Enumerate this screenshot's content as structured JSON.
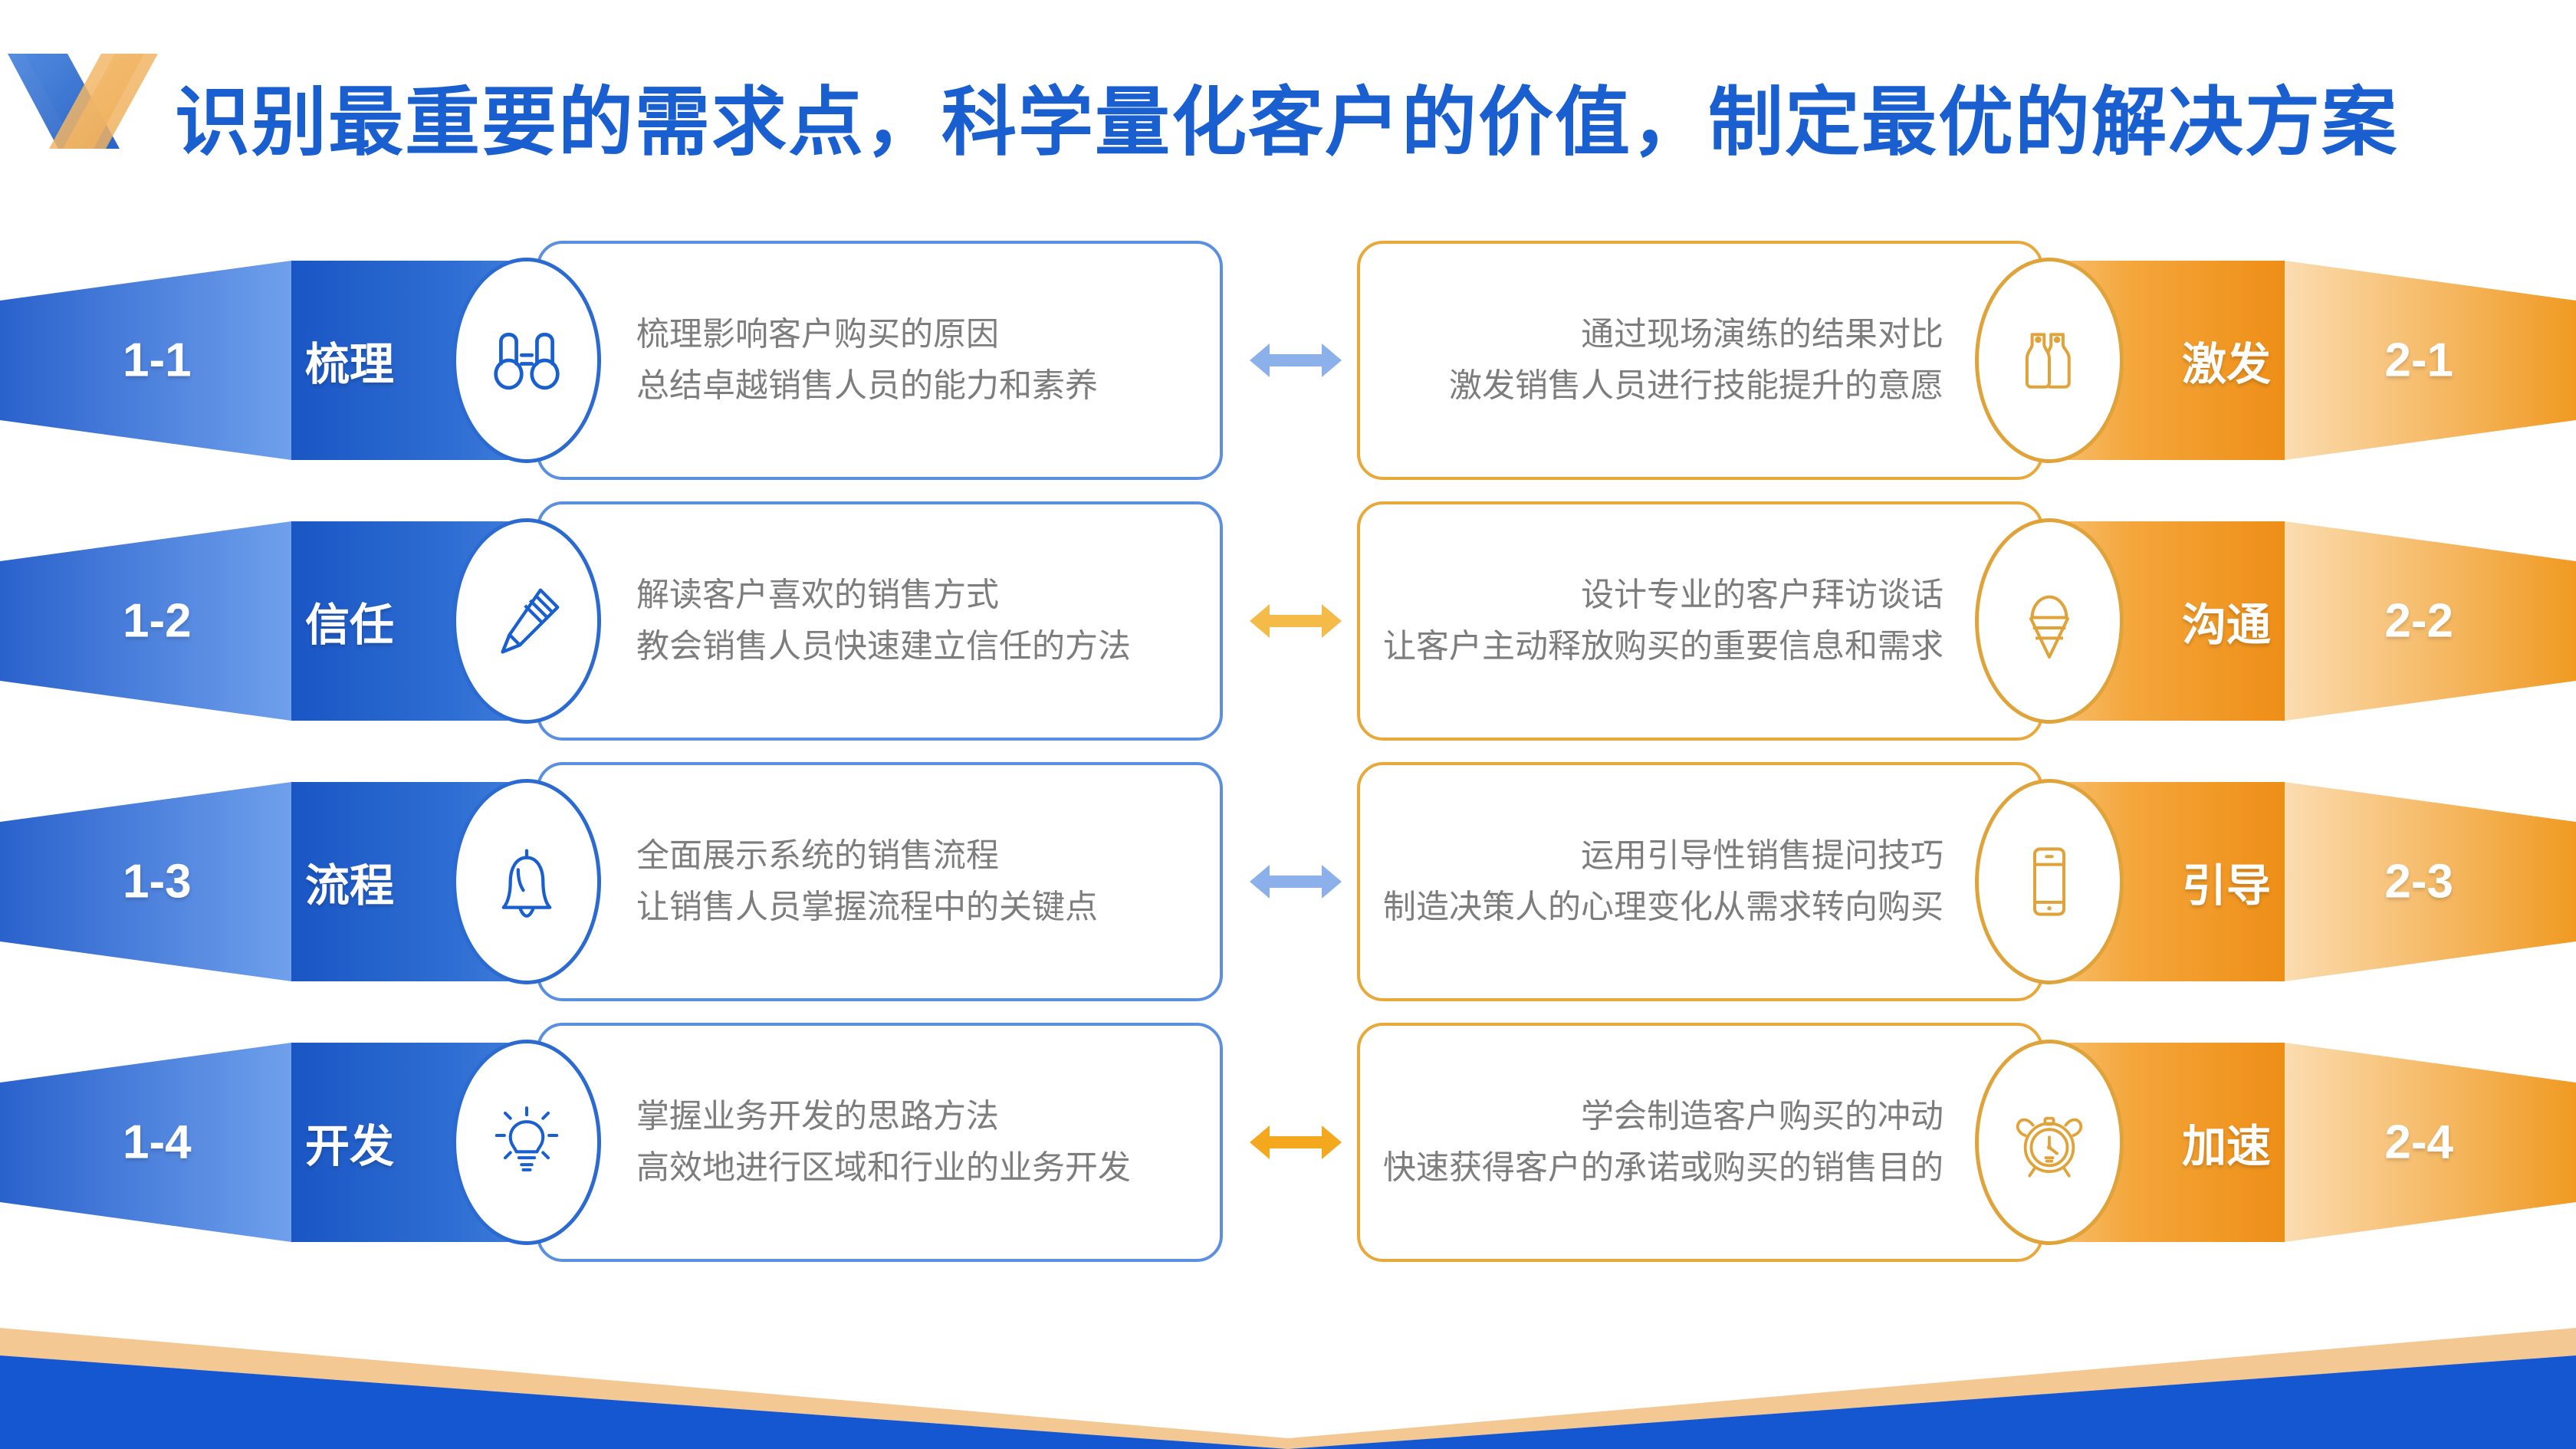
{
  "header": {
    "title": "识别最重要的需求点，科学量化客户的价值，制定最优的解决方案",
    "title_color": "#1a5fd0",
    "logo_name": "x-logo",
    "logo_colors": [
      "#3f7ad6",
      "#f0b264"
    ]
  },
  "theme": {
    "blue_dark": "#1a56c4",
    "blue_mid": "#2b6ad1",
    "blue_light": "#5b8fe0",
    "orange_dark": "#f08c1a",
    "orange_mid": "#f4a93c",
    "orange_light": "#f8c878",
    "body_text": "#7d7d7d",
    "white": "#ffffff"
  },
  "rows": [
    {
      "left": {
        "number": "1-1",
        "label": "梳理",
        "icon": "binoculars-icon",
        "lines": [
          "梳理影响客户购买的原因",
          "总结卓越销售人员的能力和素养"
        ]
      },
      "connector": {
        "icon": "double-arrow-icon",
        "color": "#8cb0ea"
      },
      "right": {
        "number": "2-1",
        "label": "激发",
        "icon": "bottles-icon",
        "lines": [
          "通过现场演练的结果对比",
          "激发销售人员进行技能提升的意愿"
        ]
      }
    },
    {
      "left": {
        "number": "1-2",
        "label": "信任",
        "icon": "pencil-icon",
        "lines": [
          "解读客户喜欢的销售方式",
          "教会销售人员快速建立信任的方法"
        ]
      },
      "connector": {
        "icon": "double-arrow-icon",
        "color": "#f4bb49"
      },
      "right": {
        "number": "2-2",
        "label": "沟通",
        "icon": "ice-cream-cone-icon",
        "lines": [
          "设计专业的客户拜访谈话",
          "让客户主动释放购买的重要信息和需求"
        ]
      }
    },
    {
      "left": {
        "number": "1-3",
        "label": "流程",
        "icon": "bell-icon",
        "lines": [
          "全面展示系统的销售流程",
          "让销售人员掌握流程中的关键点"
        ]
      },
      "connector": {
        "icon": "double-arrow-icon",
        "color": "#8cb0ea"
      },
      "right": {
        "number": "2-3",
        "label": "引导",
        "icon": "mobile-phone-icon",
        "lines": [
          "运用引导性销售提问技巧",
          "制造决策人的心理变化从需求转向购买"
        ]
      }
    },
    {
      "left": {
        "number": "1-4",
        "label": "开发",
        "icon": "lightbulb-icon",
        "lines": [
          "掌握业务开发的思路方法",
          "高效地进行区域和行业的业务开发"
        ]
      },
      "connector": {
        "icon": "double-arrow-icon",
        "color": "#f4a81e"
      },
      "right": {
        "number": "2-4",
        "label": "加速",
        "icon": "alarm-clock-icon",
        "lines": [
          "学会制造客户购买的冲动",
          "快速获得客户的承诺或购买的销售目的"
        ]
      }
    }
  ],
  "footer": {
    "name": "chevron-decoration",
    "blue": "#1457d0",
    "tan": "#f3c893"
  }
}
